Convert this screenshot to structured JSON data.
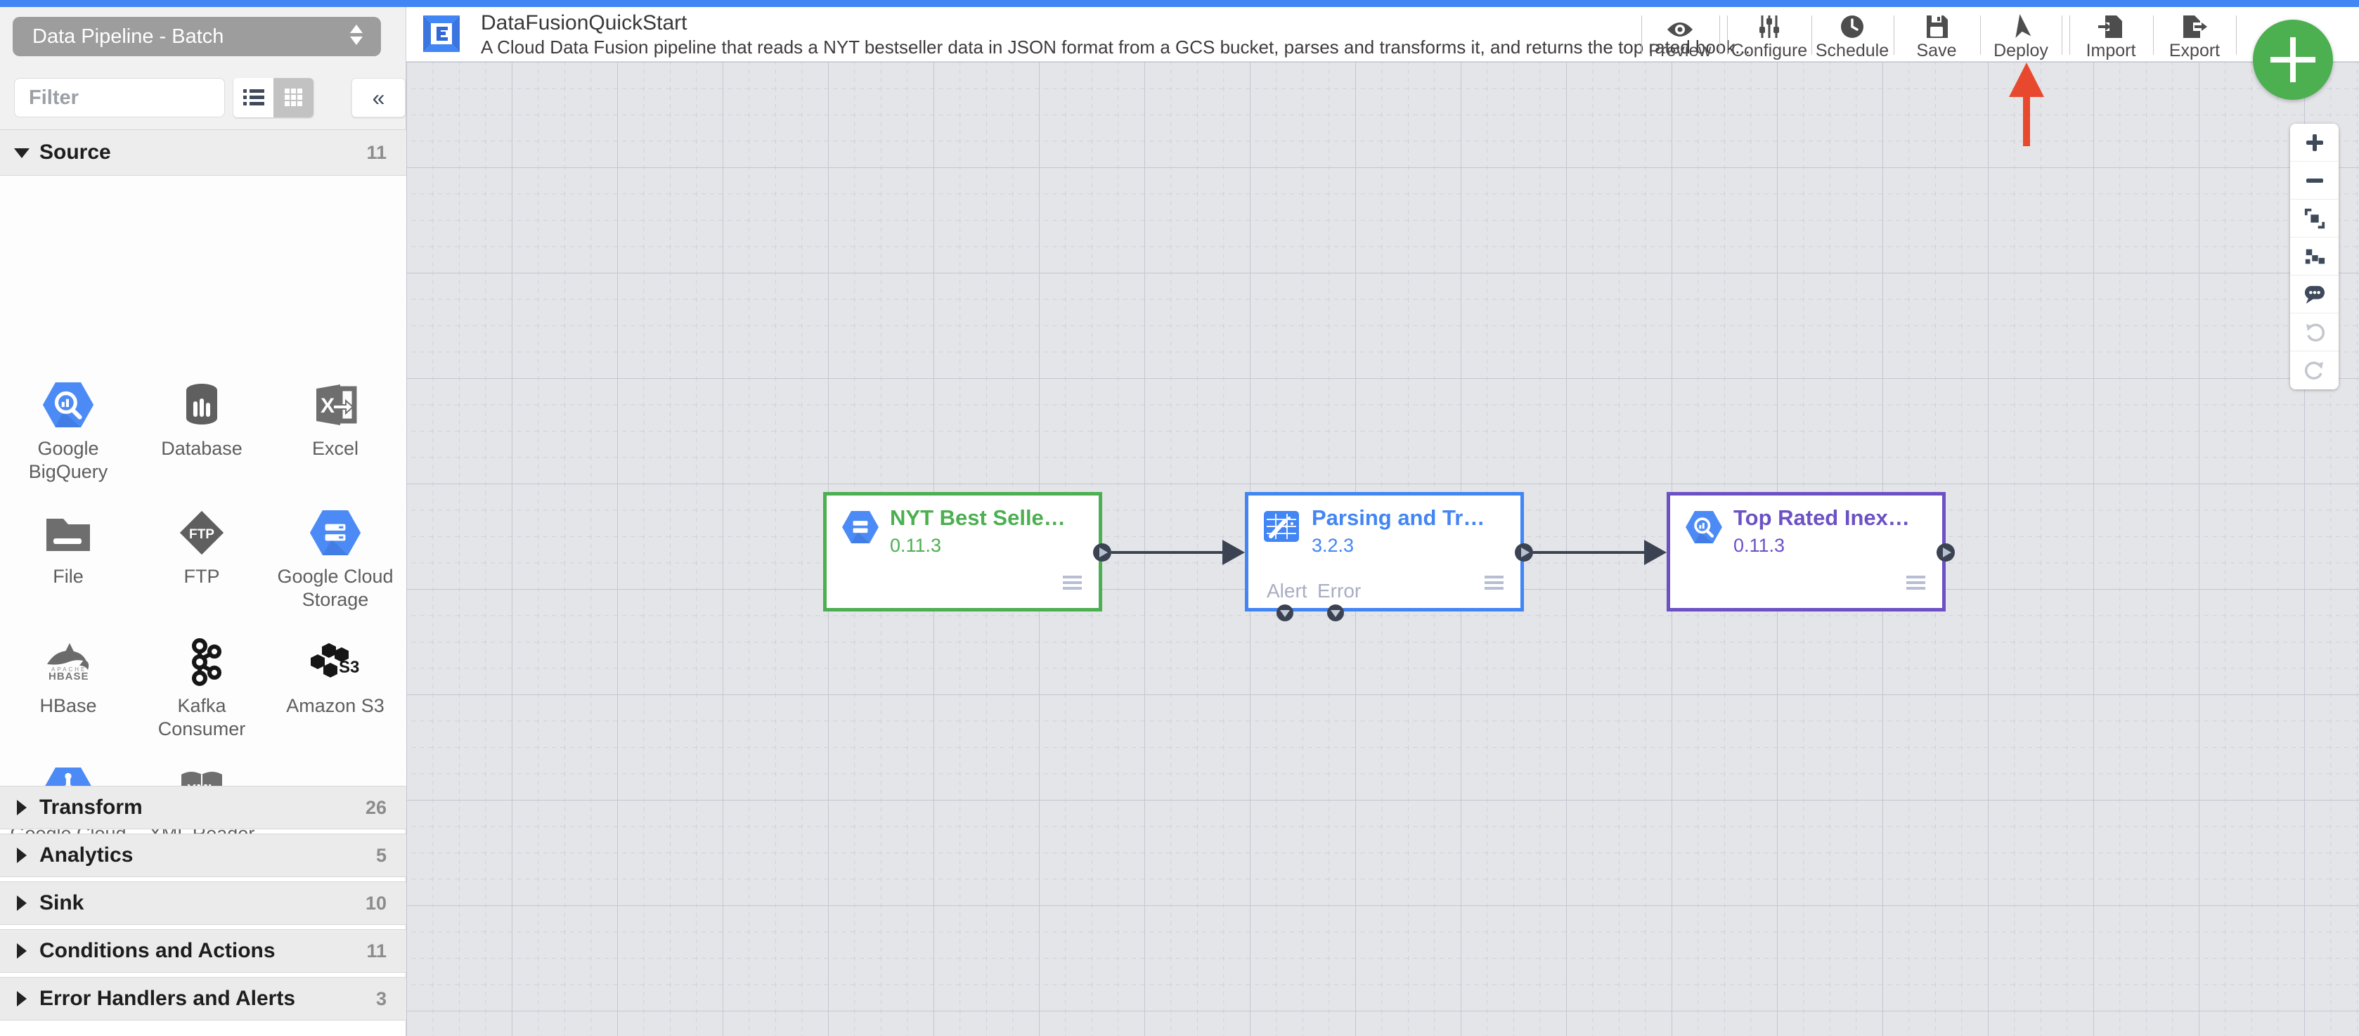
{
  "app": {
    "top_accent_color": "#4285f4"
  },
  "pipeline_selector": {
    "value": "Data Pipeline - Batch"
  },
  "header": {
    "title": "DataFusionQuickStart",
    "description": "A Cloud Data Fusion pipeline that reads a NYT bestseller data in JSON format from a GCS bucket, parses and transforms it, and returns the top rated book...",
    "actions": [
      {
        "label": "Preview",
        "icon": "eye-icon"
      },
      {
        "label": "Configure",
        "icon": "sliders-icon"
      },
      {
        "label": "Schedule",
        "icon": "clock-icon"
      },
      {
        "label": "Save",
        "icon": "floppy-icon"
      },
      {
        "label": "Deploy",
        "icon": "paper-plane-icon"
      },
      {
        "label": "Import",
        "icon": "file-import-icon"
      },
      {
        "label": "Export",
        "icon": "file-export-icon"
      }
    ]
  },
  "sidebar": {
    "filter_placeholder": "Filter",
    "sections": [
      {
        "label": "Source",
        "count": "11",
        "expanded": true,
        "items": [
          {
            "label": "Google BigQuery"
          },
          {
            "label": "Database"
          },
          {
            "label": "Excel"
          },
          {
            "label": "File"
          },
          {
            "label": "FTP"
          },
          {
            "label": "Google Cloud Storage"
          },
          {
            "label": "HBase"
          },
          {
            "label": "Kafka Consumer"
          },
          {
            "label": "Amazon S3"
          },
          {
            "label": "Google Cloud Spanner"
          },
          {
            "label": "XML Reader"
          }
        ]
      },
      {
        "label": "Transform",
        "count": "26",
        "expanded": false
      },
      {
        "label": "Analytics",
        "count": "5",
        "expanded": false
      },
      {
        "label": "Sink",
        "count": "10",
        "expanded": false
      },
      {
        "label": "Conditions and Actions",
        "count": "11",
        "expanded": false
      },
      {
        "label": "Error Handlers and Alerts",
        "count": "3",
        "expanded": false
      }
    ]
  },
  "canvas": {
    "edge_color": "#3b4353",
    "annotation_arrow": {
      "color": "#e8492e",
      "points_at": "Deploy"
    },
    "nodes": [
      {
        "title": "NYT Best Selle…",
        "version": "0.11.3",
        "accent": "#4caf50",
        "icon": "google-cloud-storage"
      },
      {
        "title": "Parsing and Tr…",
        "version": "3.2.3",
        "accent": "#4285f4",
        "icon": "wrangler",
        "emit_ports": {
          "alert": "Alert",
          "error": "Error"
        }
      },
      {
        "title": "Top Rated Inex…",
        "version": "0.11.3",
        "accent": "#6c51c4",
        "icon": "google-bigquery"
      }
    ]
  },
  "fab": {
    "glyph": "+",
    "color": "#4caf50"
  },
  "zoom_toolbar": [
    {
      "name": "zoom-in"
    },
    {
      "name": "zoom-out"
    },
    {
      "name": "fit-to-screen"
    },
    {
      "name": "align-nodes"
    },
    {
      "name": "comments"
    },
    {
      "name": "undo",
      "disabled": true
    },
    {
      "name": "redo",
      "disabled": true
    }
  ]
}
